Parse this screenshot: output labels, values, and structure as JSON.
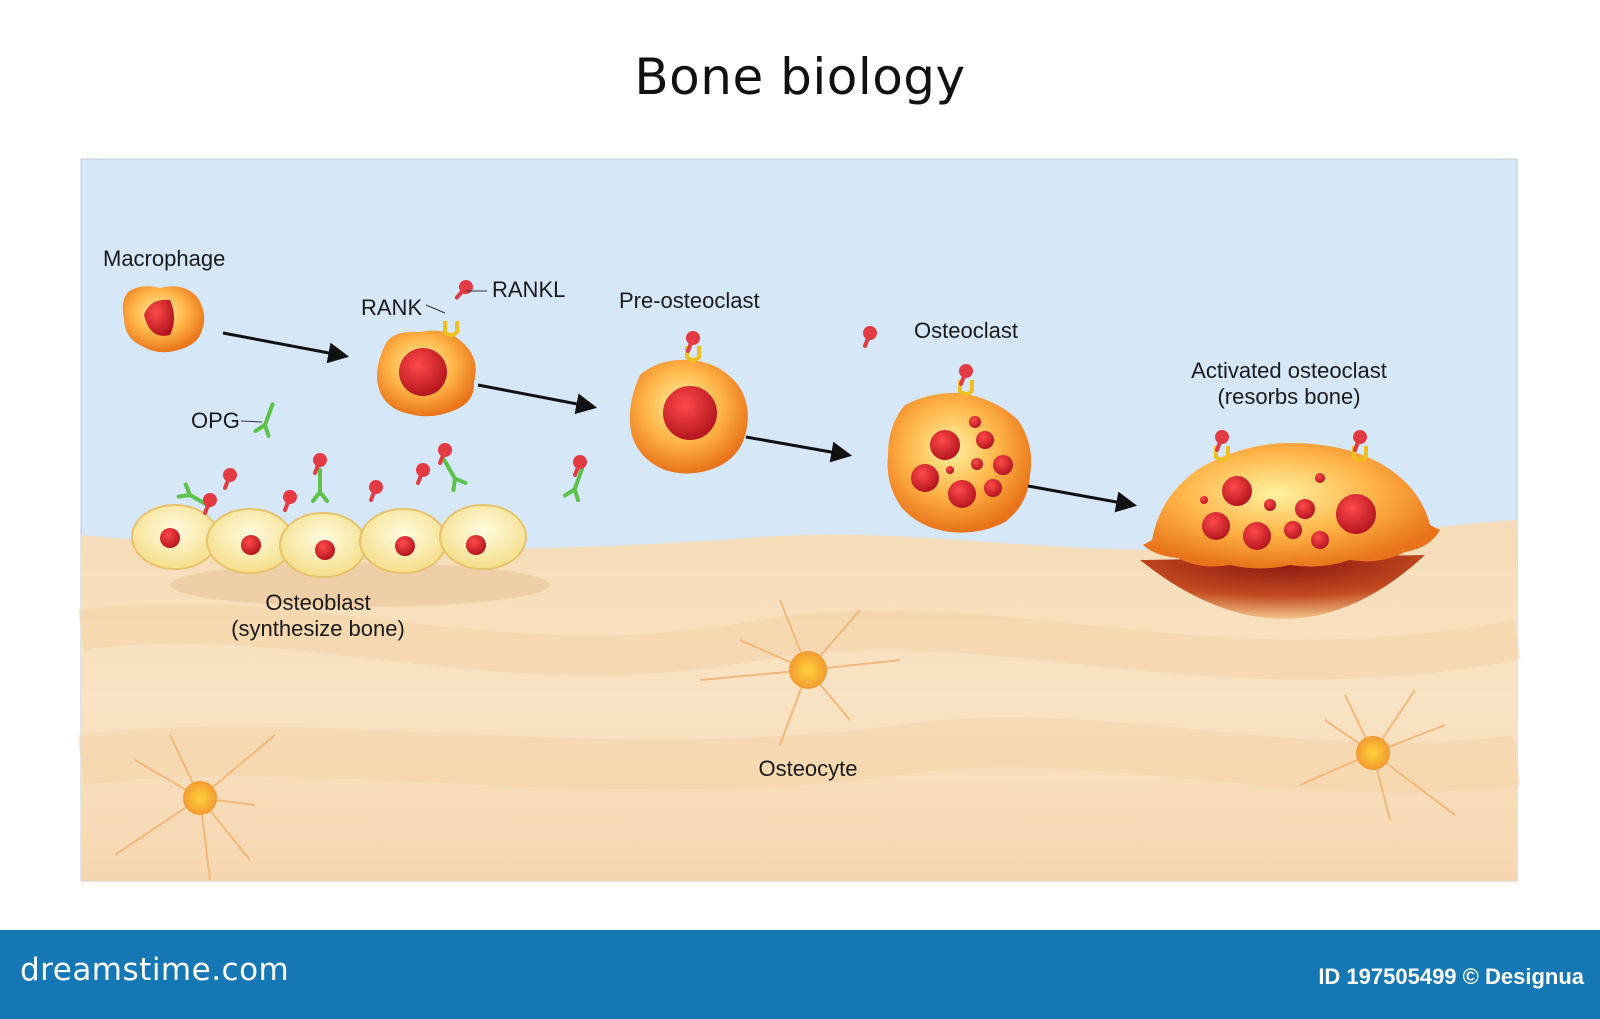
{
  "title": "Bone biology",
  "labels": {
    "macrophage": "Macrophage",
    "rank": "RANK",
    "rankl": "RANKL",
    "opg": "OPG",
    "pre_osteoclast": "Pre-osteoclast",
    "osteoclast": "Osteoclast",
    "activated_osteoclast_line1": "Activated osteoclast",
    "activated_osteoclast_line2": "(resorbs bone)",
    "osteoblast_line1": "Osteoblast",
    "osteoblast_line2": "(synthesize bone)",
    "osteocyte": "Osteocyte"
  },
  "footer": {
    "brand": "dreamstime.com",
    "credit": "ID 197505499 © Designua"
  },
  "colors": {
    "fluid": "#d6e7f8",
    "bone": "#f7dfbd",
    "footer": "#1577b4",
    "rankl": "#e23b44",
    "opg": "#5cc24a",
    "rank": "#f0c020"
  }
}
